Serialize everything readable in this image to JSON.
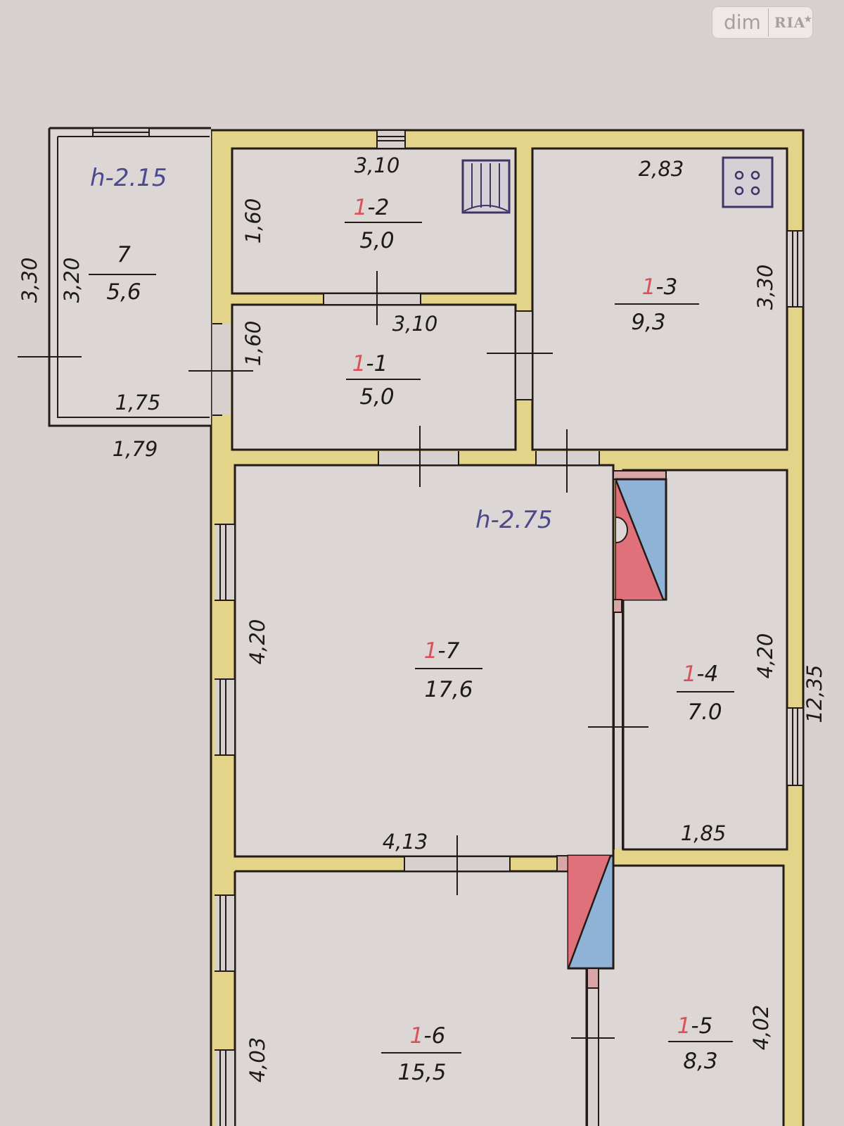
{
  "watermark": {
    "brand_left": "dim",
    "brand_right": "RIA",
    "star": "★"
  },
  "heights": {
    "annex": "h-2.15",
    "main": "h-2.75"
  },
  "rooms": [
    {
      "id": "7",
      "prefix": "",
      "suffix": "7",
      "area": "5,6",
      "name": "annex-room-7"
    },
    {
      "id": "1-2",
      "prefix": "1",
      "suffix": "-2",
      "area": "5,0",
      "name": "room-1-2"
    },
    {
      "id": "1-1",
      "prefix": "1",
      "suffix": "-1",
      "area": "5,0",
      "name": "room-1-1"
    },
    {
      "id": "1-3",
      "prefix": "1",
      "suffix": "-3",
      "area": "9,3",
      "name": "room-1-3-kitchen"
    },
    {
      "id": "1-7",
      "prefix": "1",
      "suffix": "-7",
      "area": "17,6",
      "name": "room-1-7"
    },
    {
      "id": "1-4",
      "prefix": "1",
      "suffix": "-4",
      "area": "7.0",
      "name": "room-1-4"
    },
    {
      "id": "1-6",
      "prefix": "1",
      "suffix": "-6",
      "area": "15,5",
      "name": "room-1-6"
    },
    {
      "id": "1-5",
      "prefix": "1",
      "suffix": "-5",
      "area": "8,3",
      "name": "room-1-5"
    }
  ],
  "dimensions": {
    "annex_outer_height": "3,30",
    "annex_inner_height": "3,20",
    "annex_inner_width": "1,75",
    "annex_outer_width": "1,79",
    "r12_width": "3,10",
    "r12_height": "1,60",
    "r11_width": "3,10",
    "r11_height": "1,60",
    "r13_width": "2,83",
    "r13_height": "3,30",
    "r17_height": "4,20",
    "r17_width": "4,13",
    "r14_height": "4,20",
    "r14_width": "1,85",
    "total_length": "12,35",
    "r16_height": "4,03",
    "r15_height": "4,02"
  },
  "fixtures": {
    "bath": "bathtub-icon",
    "stove": "stove-icon",
    "oven_top": "brick-stove-top",
    "oven_bottom": "brick-stove-bottom"
  },
  "colors": {
    "wall": "#e3d48a",
    "line": "#241a17",
    "red_number": "#d9515a",
    "height_label": "#4b4a90",
    "stove_red": "#e0707a",
    "stove_blue": "#8fb3d6"
  }
}
